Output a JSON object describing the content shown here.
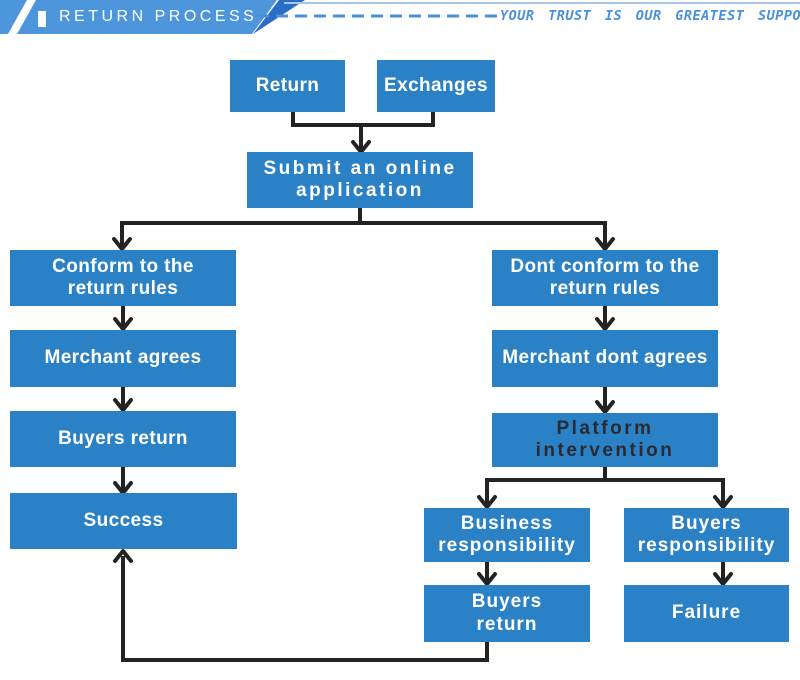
{
  "header": {
    "title": "RETURN PROCESS",
    "tagline": "YOUR TRUST IS OUR GREATEST SUPPORT"
  },
  "flowchart": {
    "nodes": {
      "return": "Return",
      "exchanges": "Exchanges",
      "submit": "Submit an online\napplication",
      "conform": "Conform to the\nreturn rules",
      "merchant_agrees": "Merchant agrees",
      "buyers_return": "Buyers return",
      "success": "Success",
      "dont_conform": "Dont conform to the\nreturn rules",
      "merchant_dont_agrees": "Merchant dont agrees",
      "platform": "Platform\nintervention",
      "business_responsibility": "Business\nresponsibility",
      "buyers_responsibility": "Buyers\nresponsibility",
      "buyers_return_2": "Buyers\nreturn",
      "failure": "Failure"
    }
  },
  "colors": {
    "node_blue": "#2b81c5",
    "banner_blue": "#4d96dc",
    "banner_accent_dark_blue": "#2a6dc9",
    "connector_black": "#232323",
    "platform_dark_text": "#2a2a32",
    "dashed_line_blue": "#4a90d9",
    "thin_top_line_blue": "#a9c6e8",
    "background": "#ffffff"
  }
}
